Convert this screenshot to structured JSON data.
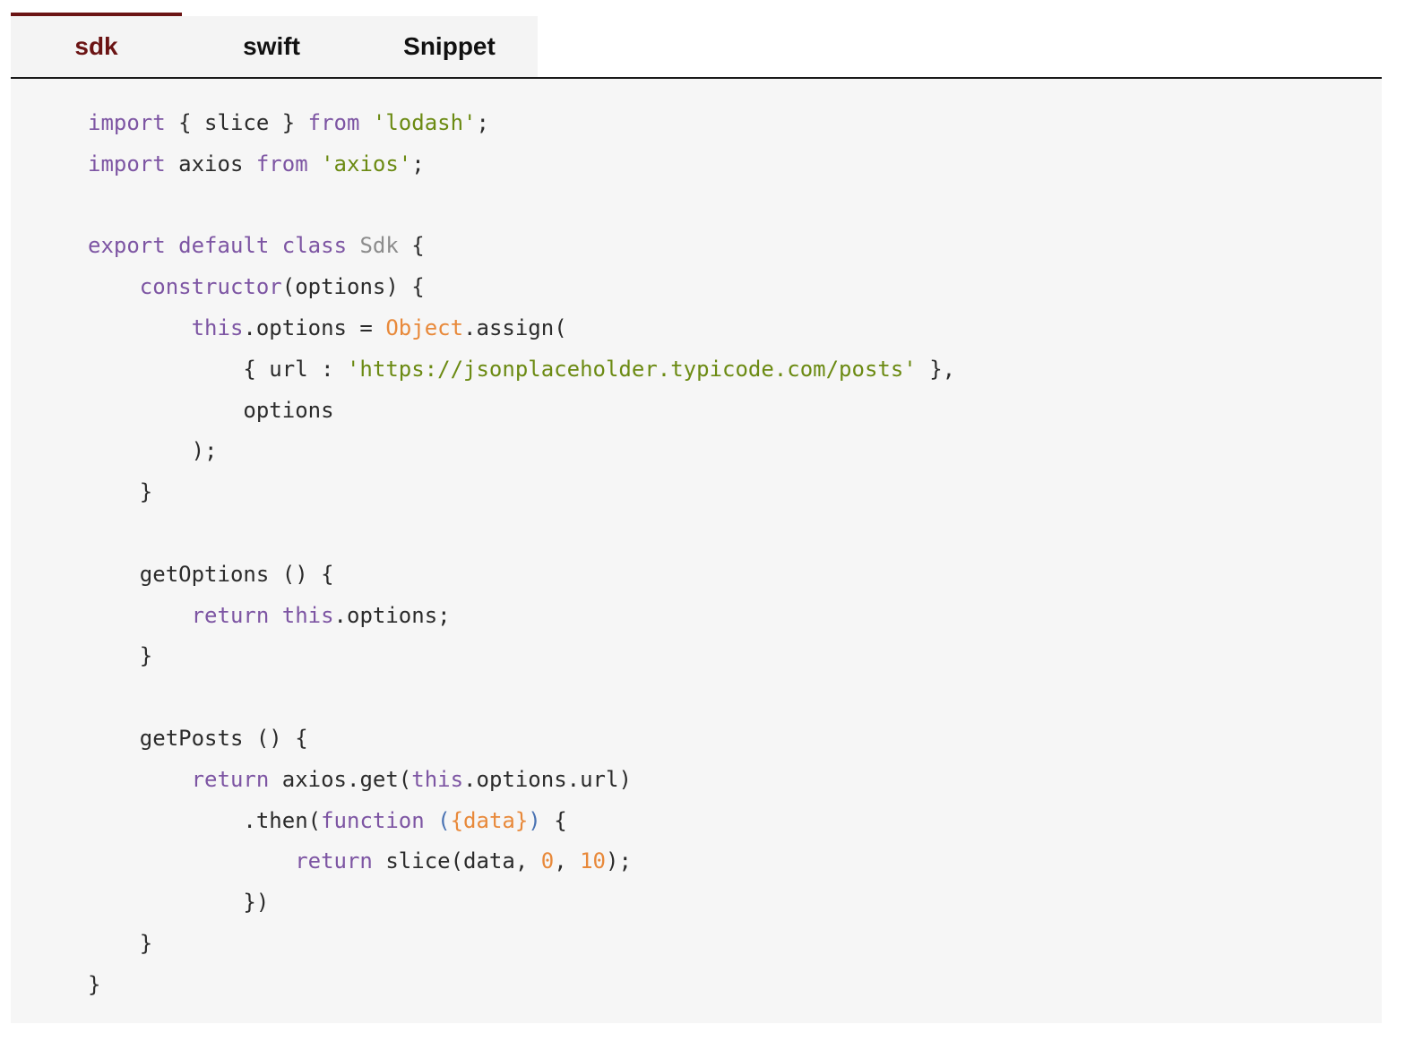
{
  "tabs": [
    {
      "label": "sdk",
      "active": true
    },
    {
      "label": "swift",
      "active": false
    },
    {
      "label": "Snippet",
      "active": false
    }
  ],
  "colors": {
    "active_tab": "#6b1414",
    "keyword": "#7d55a3",
    "string": "#6b8a12",
    "class_name": "#8c8c8c",
    "number": "#e8893a",
    "code_background": "#f6f6f6"
  },
  "code_lines": [
    [
      [
        "kw",
        "import"
      ],
      [
        "pln",
        " { slice } "
      ],
      [
        "kw",
        "from"
      ],
      [
        "pln",
        " "
      ],
      [
        "str",
        "'lodash'"
      ],
      [
        "pln",
        ";"
      ]
    ],
    [
      [
        "kw",
        "import"
      ],
      [
        "pln",
        " axios "
      ],
      [
        "kw",
        "from"
      ],
      [
        "pln",
        " "
      ],
      [
        "str",
        "'axios'"
      ],
      [
        "pln",
        ";"
      ]
    ],
    [],
    [
      [
        "kw",
        "export"
      ],
      [
        "pln",
        " "
      ],
      [
        "kw",
        "default"
      ],
      [
        "pln",
        " "
      ],
      [
        "kw",
        "class"
      ],
      [
        "pln",
        " "
      ],
      [
        "cls",
        "Sdk"
      ],
      [
        "pln",
        " {"
      ]
    ],
    [
      [
        "pln",
        "    "
      ],
      [
        "kw",
        "constructor"
      ],
      [
        "pln",
        "(options) {"
      ]
    ],
    [
      [
        "pln",
        "        "
      ],
      [
        "kw",
        "this"
      ],
      [
        "pln",
        ".options = "
      ],
      [
        "obj",
        "Object"
      ],
      [
        "pln",
        ".assign("
      ]
    ],
    [
      [
        "pln",
        "            { url : "
      ],
      [
        "str",
        "'https://jsonplaceholder.typicode.com/posts'"
      ],
      [
        "pln",
        " },"
      ]
    ],
    [
      [
        "pln",
        "            options"
      ]
    ],
    [
      [
        "pln",
        "        );"
      ]
    ],
    [
      [
        "pln",
        "    }"
      ]
    ],
    [],
    [
      [
        "pln",
        "    getOptions () {"
      ]
    ],
    [
      [
        "pln",
        "        "
      ],
      [
        "kw",
        "return"
      ],
      [
        "pln",
        " "
      ],
      [
        "kw",
        "this"
      ],
      [
        "pln",
        ".options;"
      ]
    ],
    [
      [
        "pln",
        "    }"
      ]
    ],
    [],
    [
      [
        "pln",
        "    getPosts () {"
      ]
    ],
    [
      [
        "pln",
        "        "
      ],
      [
        "kw",
        "return"
      ],
      [
        "pln",
        " axios.get("
      ],
      [
        "kw",
        "this"
      ],
      [
        "pln",
        ".options.url)"
      ]
    ],
    [
      [
        "pln",
        "            .then("
      ],
      [
        "kw",
        "function"
      ],
      [
        "pln",
        " "
      ],
      [
        "par",
        "("
      ],
      [
        "obj",
        "{data}"
      ],
      [
        "par",
        ")"
      ],
      [
        "pln",
        " {"
      ]
    ],
    [
      [
        "pln",
        "                "
      ],
      [
        "kw",
        "return"
      ],
      [
        "pln",
        " slice(data, "
      ],
      [
        "num",
        "0"
      ],
      [
        "pln",
        ", "
      ],
      [
        "num",
        "10"
      ],
      [
        "pln",
        ");"
      ]
    ],
    [
      [
        "pln",
        "            })"
      ]
    ],
    [
      [
        "pln",
        "    }"
      ]
    ],
    [
      [
        "pln",
        "}"
      ]
    ]
  ]
}
